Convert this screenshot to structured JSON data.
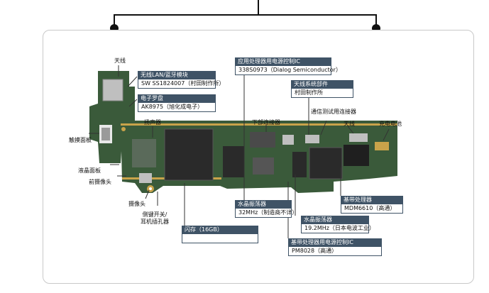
{
  "colors": {
    "callout_header": "#3f5366",
    "board_green": "#3a5a3a",
    "board_gold": "#c9a34a",
    "chip": "#2a2a2a"
  },
  "callouts": {
    "wifi": {
      "title": "无线LAN/蓝牙模块",
      "body": "SW SS1824007（村田制作所）"
    },
    "compass": {
      "title": "电子罗盘",
      "body": "AK8975（旭化成电子）"
    },
    "pmic_app": {
      "title": "应用处理器用电源控制IC",
      "body": "338S0973（Dialog Semiconductor）"
    },
    "antenna": {
      "title": "天线系统部件",
      "body": "村田制作所"
    },
    "baseband": {
      "title": "基带处理器",
      "body": "MDM6610（高通）"
    },
    "crystal1": {
      "title": "水晶振荡器",
      "body": "32MHz（制造商不详）"
    },
    "crystal2": {
      "title": "水晶振荡器",
      "body": "19.2MHz（日本电波工业）"
    },
    "pmic_bb": {
      "title": "基带处理器用电源控制IC",
      "body": "PM8028（高通）"
    },
    "flash": {
      "title": "闪存（16GB）",
      "body": ""
    }
  },
  "labels": {
    "antenna_left": "天线",
    "touch_panel": "触摸面板",
    "lcd_panel": "液晶面板",
    "front_camera": "前摄像头",
    "camera": "摄像头",
    "side_switch": "侧键开关/\n耳机插孔器",
    "speaker": "扬声器",
    "bottom_connector": "下部连接器",
    "test_connector": "通信测试用连接器",
    "antenna_right": "天线",
    "battery": "充电电池"
  }
}
